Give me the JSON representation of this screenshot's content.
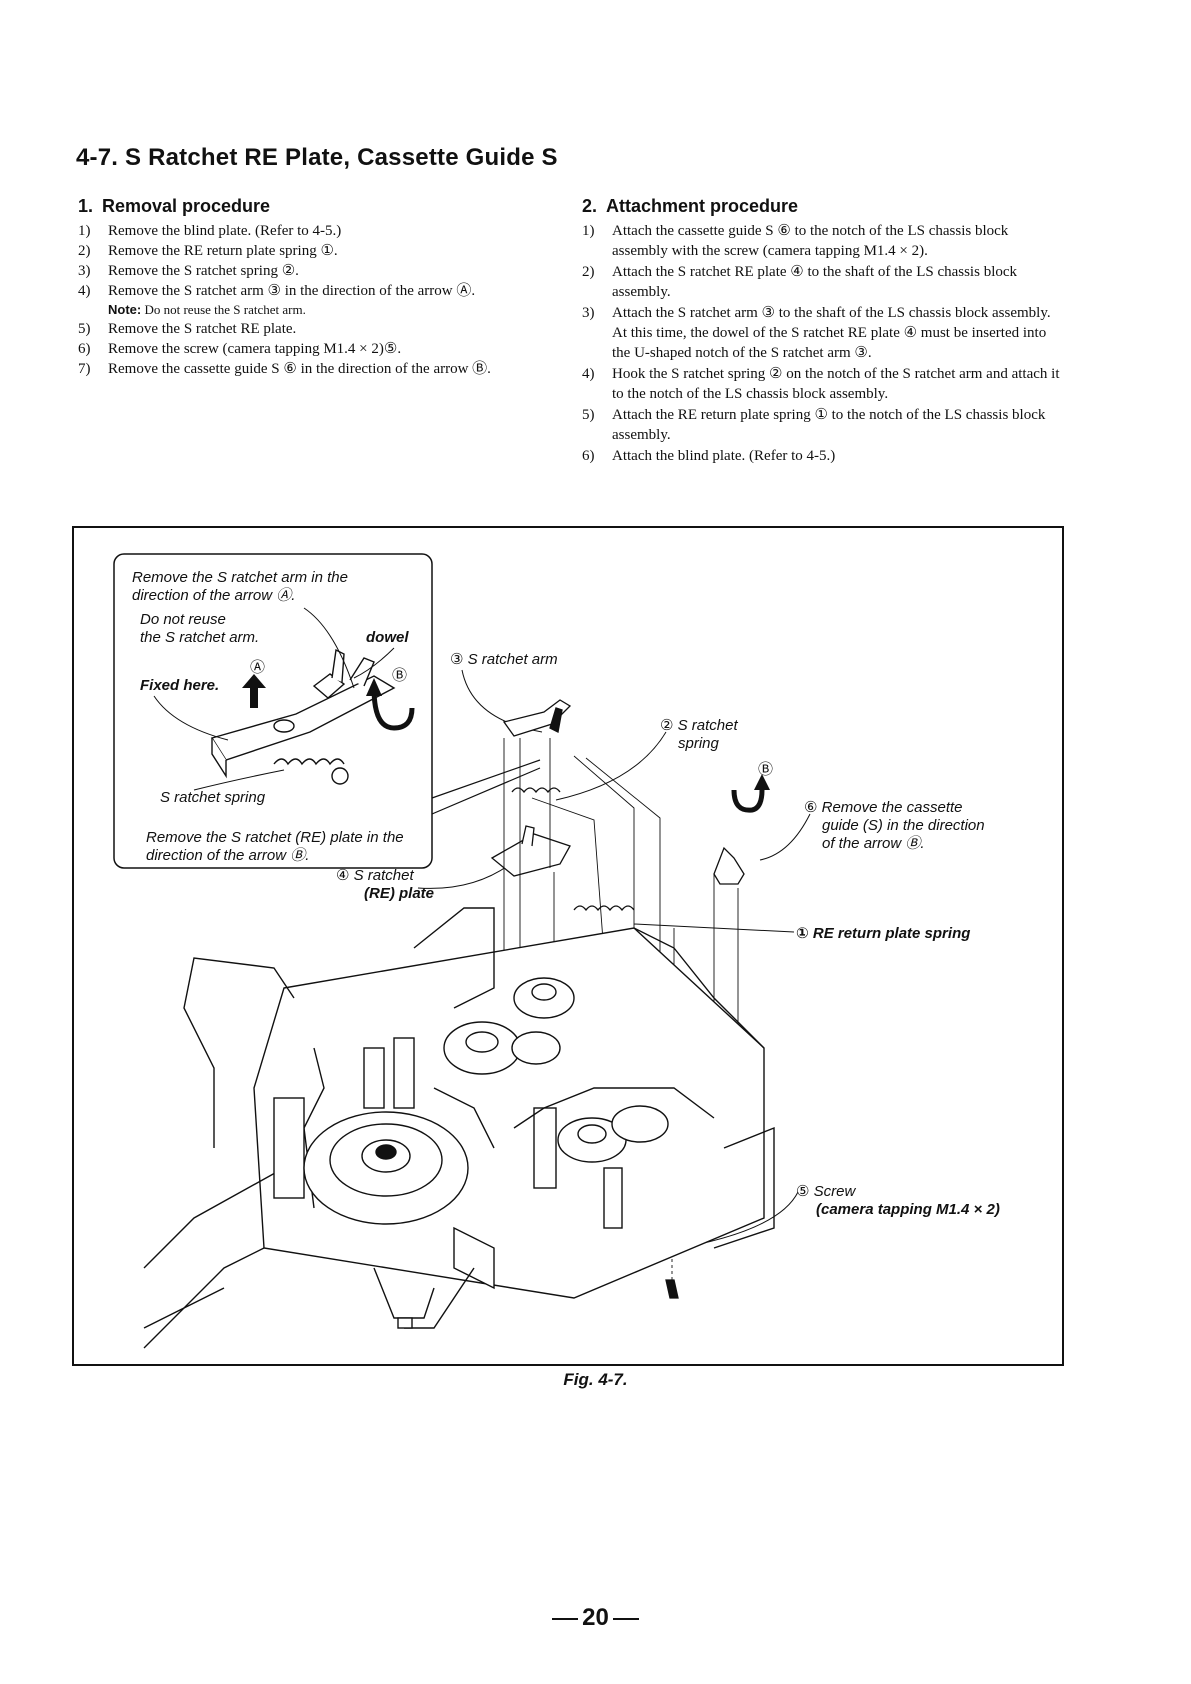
{
  "title": "4-7. S Ratchet RE Plate, Cassette Guide S",
  "removal": {
    "number": "1.",
    "heading": "Removal procedure",
    "steps": [
      {
        "n": "1)",
        "text": "Remove the blind plate. (Refer to 4-5.)"
      },
      {
        "n": "2)",
        "text": "Remove the RE return plate spring ①."
      },
      {
        "n": "3)",
        "text": "Remove the S ratchet spring ②."
      },
      {
        "n": "4)",
        "text": "Remove the S ratchet arm ③ in the direction of the arrow Ⓐ."
      },
      {
        "n": "5)",
        "text": "Remove the S ratchet RE plate."
      },
      {
        "n": "6)",
        "text": "Remove the screw (camera tapping M1.4 × 2)⑤."
      },
      {
        "n": "7)",
        "text": "Remove the cassette guide S ⑥ in the direction of the arrow Ⓑ."
      }
    ],
    "note_label": "Note:",
    "note_text": "Do not reuse the S ratchet arm."
  },
  "attachment": {
    "number": "2.",
    "heading": "Attachment procedure",
    "steps": [
      {
        "n": "1)",
        "text": "Attach the cassette guide S ⑥ to the notch of the LS chassis block assembly with the screw (camera tapping M1.4 × 2)."
      },
      {
        "n": "2)",
        "text": "Attach the S ratchet RE plate ④ to the shaft of the LS chassis block assembly."
      },
      {
        "n": "3)",
        "text": "Attach the S ratchet arm ③ to the shaft of the LS chassis block assembly. At this time, the dowel of the S ratchet RE plate ④ must be inserted into the U-shaped notch of the S ratchet arm ③."
      },
      {
        "n": "4)",
        "text": "Hook the S ratchet spring ② on the notch of the S ratchet arm and attach it to the notch of the LS chassis block assembly."
      },
      {
        "n": "5)",
        "text": "Attach the RE return plate spring ① to the notch of the LS chassis block assembly."
      },
      {
        "n": "6)",
        "text": "Attach the blind plate. (Refer to 4-5.)"
      }
    ]
  },
  "figure": {
    "inset": {
      "line1": "Remove the S ratchet arm in the",
      "line2": "direction of the arrow Ⓐ.",
      "no_reuse_1": "Do not reuse",
      "no_reuse_2": "the S ratchet arm.",
      "dowel": "dowel",
      "fixed_here": "Fixed here.",
      "marker_a": "Ⓐ",
      "marker_b": "Ⓑ",
      "spring": "S ratchet spring",
      "plate_1": "Remove the S ratchet (RE) plate in the",
      "plate_2": "direction of the arrow Ⓑ."
    },
    "labels": {
      "ratchet_arm": "③ S ratchet arm",
      "ratchet_spring_1": "② S ratchet",
      "ratchet_spring_2": "spring",
      "marker_b": "Ⓑ",
      "cassette_guide_1": "⑥ Remove the cassette",
      "cassette_guide_2": "guide (S) in the direction",
      "cassette_guide_3": "of the arrow Ⓑ.",
      "re_plate_1": "④ S ratchet",
      "re_plate_2": "(RE) plate",
      "return_spring": "① RE return plate spring",
      "screw_1": "⑤ Screw",
      "screw_2": "(camera tapping M1.4 × 2)"
    }
  },
  "caption": "Fig. 4-7.",
  "page_number": "20"
}
